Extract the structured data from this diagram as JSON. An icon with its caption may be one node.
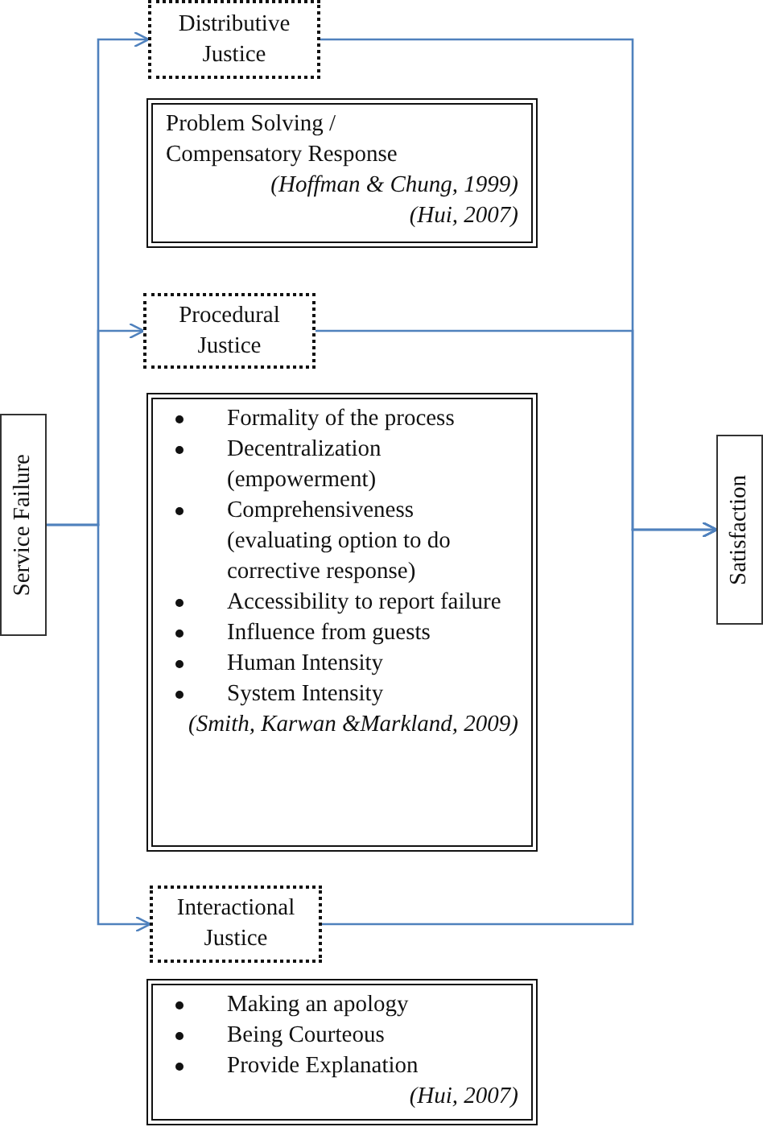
{
  "diagram": {
    "nodes": [
      {
        "text": [
          "Service Failure"
        ]
      },
      {
        "text": [
          "Distributive Justice"
        ]
      },
      {
        "text": [
          "Problem Solving / Compensatory Response",
          "(Hoffman & Chung, 1999)",
          "(Hui, 2007)"
        ]
      },
      {
        "text": [
          "Procedural Justice"
        ]
      },
      {
        "text": [
          "Formality of the process",
          "Decentralization (empowerment)",
          "Comprehensiveness (evaluating option to do corrective response)",
          "Accessibility to report failure",
          "Influence from guests",
          "Human Intensity",
          "System Intensity",
          "(Smith, Karwan &Markland, 2009)"
        ]
      },
      {
        "text": [
          "Interactional Justice"
        ]
      },
      {
        "text": [
          "Making an apology",
          "Being Courteous",
          "Provide Explanation",
          "(Hui, 2007)"
        ]
      },
      {
        "text": [
          "Satisfaction"
        ]
      }
    ],
    "edges": [
      {
        "from": 0,
        "to": 1,
        "arrow": "to"
      },
      {
        "from": 0,
        "to": 3,
        "arrow": "to"
      },
      {
        "from": 0,
        "to": 5,
        "arrow": "to"
      },
      {
        "from": 1,
        "to": 7,
        "arrow": "to"
      },
      {
        "from": 3,
        "to": 7,
        "arrow": "to"
      },
      {
        "from": 5,
        "to": 7,
        "arrow": "to"
      }
    ]
  }
}
